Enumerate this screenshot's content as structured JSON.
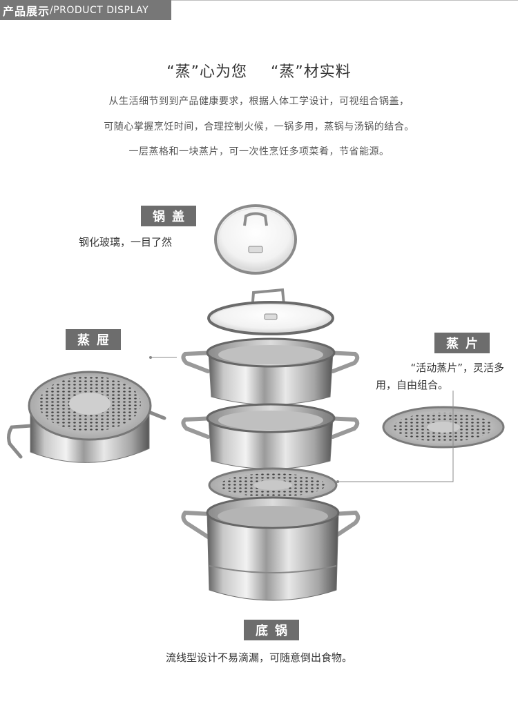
{
  "header": {
    "title_cn": "产品展示",
    "title_sep": "/",
    "title_en": "PRODUCT DISPLAY"
  },
  "headline": {
    "part1": "“蒸”心为您",
    "part2": "“蒸”材实料"
  },
  "intro": {
    "line1": "从生活细节到到产品健康要求，根据人体工学设计，可视组合锅盖，",
    "line2": "可随心掌握烹饪时间，合理控制火候，一锅多用，蒸锅与汤锅的结合。",
    "line3": "一层蒸格和一块蒸片，可一次性烹饪多项菜肴，节省能源。"
  },
  "parts": {
    "lid": {
      "label": "锅盖",
      "desc": "钢化玻璃，一目了然"
    },
    "steamer": {
      "label": "蒸屉"
    },
    "plate": {
      "label": "蒸片",
      "desc_line1": "“活动蒸片”，灵活多",
      "desc_line2": "用，自由组合。"
    },
    "base": {
      "label": "底锅",
      "desc": "流线型设计不易滴漏，可随意倒出食物。"
    }
  },
  "colors": {
    "label_bg": "#6d6d6d",
    "header_bg": "#777777",
    "steel_light": "#e6e6e6",
    "steel_dark": "#6a6a6a"
  }
}
